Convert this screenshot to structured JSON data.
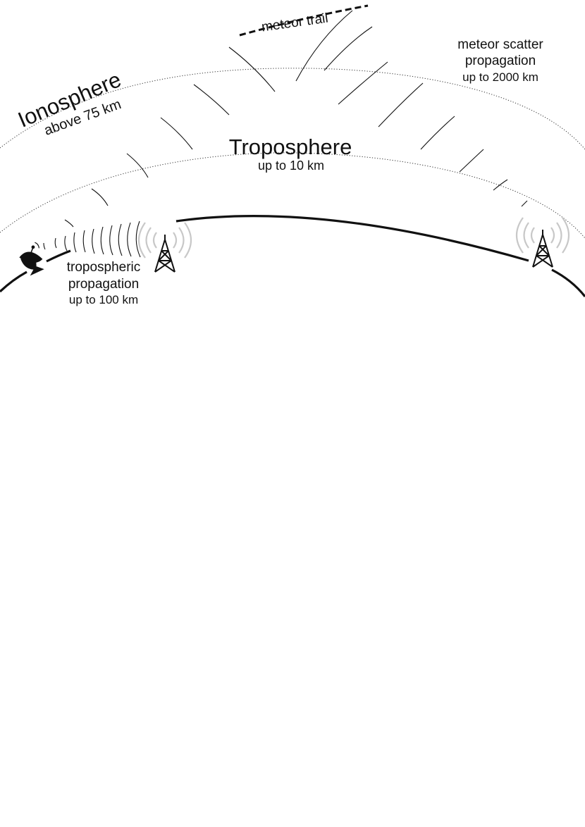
{
  "layers": {
    "ionosphere": {
      "name": "Ionosphere",
      "altitude": "above 75 km"
    },
    "troposphere": {
      "name": "Troposphere",
      "altitude": "up to 10 km"
    }
  },
  "meteor": {
    "label": "meteor trail"
  },
  "propagation": {
    "meteor_scatter": {
      "line1": "meteor scatter",
      "line2": "propagation",
      "range": "up to 2000 km"
    },
    "tropospheric": {
      "line1": "tropospheric",
      "line2": "propagation",
      "range": "up to 100 km"
    }
  },
  "icons": {
    "dish": "satellite-dish-icon",
    "tower": "radio-tower-icon"
  },
  "colors": {
    "ink": "#111111",
    "wave_gray": "#c8c8c8"
  }
}
